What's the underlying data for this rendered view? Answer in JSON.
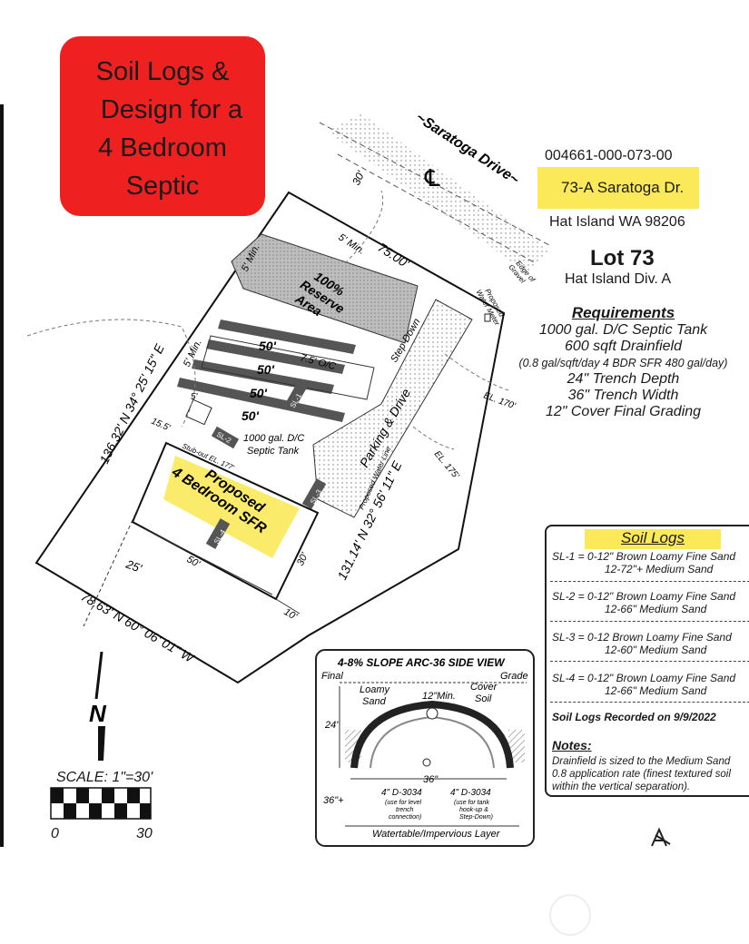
{
  "title": {
    "line1": "Soil Logs &",
    "line2": "Design for a",
    "line3": "4 Bedroom",
    "line4": "Septic"
  },
  "parcel": {
    "number": "004661-000-073-00",
    "address": "73-A Saratoga Dr.",
    "city": "Hat Island WA 98206",
    "lot": "Lot 73",
    "division": "Hat Island Div. A"
  },
  "requirements": {
    "heading": "Requirements",
    "lines": [
      "1000 gal. D/C Septic Tank",
      "600 sqft Drainfield",
      "(0.8 gal/sqft/day 4 BDR SFR 480 gal/day)",
      "24\" Trench Depth",
      "36\" Trench Width",
      "12\" Cover Final Grading"
    ]
  },
  "soil_logs": {
    "heading": "Soil Logs",
    "entries": [
      {
        "a": "SL-1 = 0-12\" Brown Loamy Fine Sand",
        "b": "12-72\"+ Medium Sand"
      },
      {
        "a": "SL-2 = 0-12\" Brown Loamy Fine Sand",
        "b": "12-66\" Medium Sand"
      },
      {
        "a": "SL-3 = 0-12 Brown Loamy Fine Sand",
        "b": "12-60\" Medium Sand"
      },
      {
        "a": "SL-4 = 0-12\" Brown Loamy Fine Sand",
        "b": "12-66\" Medium Sand"
      }
    ],
    "recorded": "Soil Logs Recorded on 9/9/2022",
    "notes_heading": "Notes:",
    "notes": [
      "Drainfield is sized to the Medium Sand",
      "0.8 application rate (finest textured soil",
      "within the vertical separation)."
    ]
  },
  "site": {
    "road": "~Saratoga Drive~",
    "centerline": "℄",
    "dim_30": "30'",
    "min5_a": "5' Min.",
    "min5_b": "5' Min.",
    "min5_c": "5' Min.",
    "front": "75.00'",
    "edge_gravel_1": "Edge of",
    "edge_gravel_2": "Gravel",
    "water_meter_1": "Proposed",
    "water_meter_2": "Water Meter",
    "reserve_1": "100%",
    "reserve_2": "Reserve",
    "reserve_3": "Area",
    "trench": "50'",
    "oc": "7.5' O/C",
    "step_down": "Step Down",
    "el170": "EL. 170'",
    "el175": "EL. 175'",
    "parking": "Parking & Drive",
    "water_line": "Proposed Water Line",
    "tank_1": "1000 gal. D/C",
    "tank_2": "Septic Tank",
    "stub": "Stub-out EL. 177'",
    "sl1": "SL-1",
    "sl2": "SL-2",
    "sl3": "SL-3",
    "sl4": "SL-4",
    "house_1": "Proposed",
    "house_2": "4 Bedroom SFR",
    "dim_15_5": "15.5'",
    "dim_5": "5'",
    "left_bearing": "136.32' N 34° 25' 15\" E",
    "right_bearing": "131.14' N 32° 56' 11\" E",
    "rear_bearing": "78.63' N 60° 06' 01\" W",
    "dim_25": "25'",
    "dim_50h": "50'",
    "dim_30h": "30'",
    "dim_10": "10'"
  },
  "side_view": {
    "title": "4-8% SLOPE ARC-36 SIDE VIEW",
    "final": "Final",
    "grade": "Grade",
    "loamy_1": "Loamy",
    "loamy_2": "Sand",
    "min12": "12\"Min.",
    "cover_1": "Cover",
    "cover_2": "Soil",
    "d24": "24\"",
    "d36": "36\"",
    "d36plus": "36\"+",
    "pipe_l": "4\" D-3034",
    "pipe_l_note_1": "(use for level",
    "pipe_l_note_2": "trench",
    "pipe_l_note_3": "connection)",
    "pipe_r": "4\" D-3034",
    "pipe_r_note_1": "(use for tank",
    "pipe_r_note_2": "hook-up &",
    "pipe_r_note_3": "Step-Down)",
    "watertable": "Watertable/Impervious Layer"
  },
  "north": "N",
  "scale": {
    "label": "SCALE: 1\"=30'",
    "zero": "0",
    "thirty": "30"
  }
}
